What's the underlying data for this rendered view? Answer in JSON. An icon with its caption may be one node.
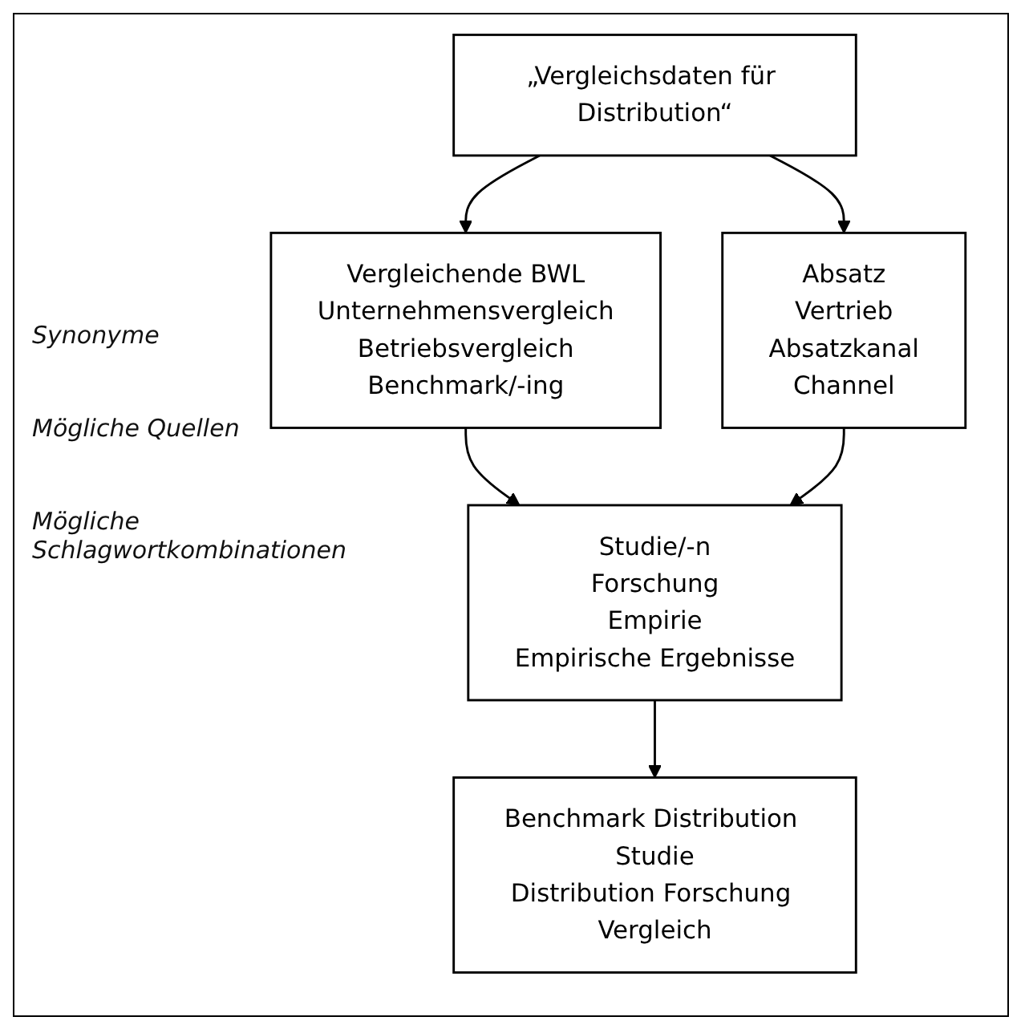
{
  "diagram": {
    "nodes": [
      {
        "text": [
          "„Vergleichsdaten für Distribution“"
        ]
      },
      {
        "text": [
          "Vergleichende BWL",
          "Unternehmensvergleich",
          "Betriebsvergleich",
          "Benchmark/-ing"
        ]
      },
      {
        "text": [
          "Absatz",
          "Vertrieb",
          "Absatzkanal",
          "Channel"
        ]
      },
      {
        "text": [
          "Studie/-n",
          "Forschung",
          "Empirie",
          "Empirische Ergebnisse"
        ]
      },
      {
        "text": [
          "Benchmark Distribution Studie",
          "Distribution Forschung Vergleich"
        ]
      }
    ],
    "edges": [
      {
        "from": 0,
        "to": 1,
        "arrow": "to"
      },
      {
        "from": 0,
        "to": 2,
        "arrow": "to"
      },
      {
        "from": 1,
        "to": 3,
        "arrow": "to"
      },
      {
        "from": 2,
        "to": 3,
        "arrow": "to"
      },
      {
        "from": 3,
        "to": 4,
        "arrow": "to"
      }
    ],
    "labels": [
      "Synonyme",
      "Mögliche Quellen",
      "Mögliche Schlagwortkombinationen"
    ]
  }
}
